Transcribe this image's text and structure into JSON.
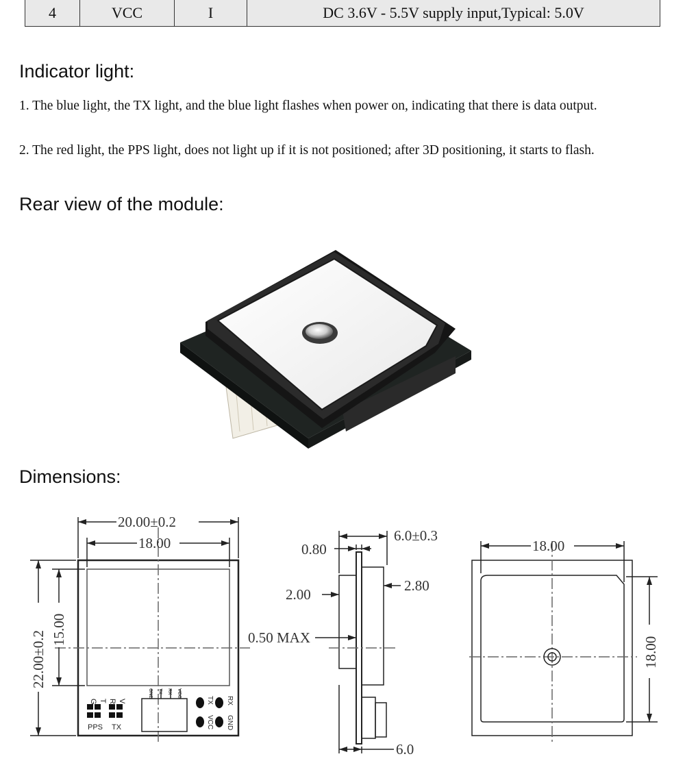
{
  "pin_table": {
    "row": {
      "no": "4",
      "name": "VCC",
      "io": "I",
      "description": "DC 3.6V - 5.5V supply input,Typical: 5.0V"
    }
  },
  "indicator": {
    "heading": "Indicator light:",
    "items": [
      "1. The blue light, the TX light, and the blue light flashes when power on, indicating that there is data output.",
      "2. The red light, the PPS light, does not light up if it is not positioned; after 3D positioning, it starts to flash."
    ]
  },
  "rear_view": {
    "heading": "Rear view of the module:"
  },
  "dimensions": {
    "heading": "Dimensions:",
    "front": {
      "width_total": "20.00±0.2",
      "width_patch": "18.00",
      "height_total": "22.00±0.2",
      "height_patch": "15.00",
      "board_letters": [
        "G",
        "T",
        "R",
        "V"
      ],
      "led_labels": [
        "PPS",
        "TX"
      ],
      "connector_pins": [
        "GND",
        "TX",
        "RX",
        "VCC"
      ],
      "pad_labels": [
        "TX",
        "RX",
        "VCC",
        "GND"
      ]
    },
    "side": {
      "total_thickness": "6.0±0.3",
      "pcb_offset": "0.80",
      "patch_thickness": "2.80",
      "layer": "2.00",
      "max_gap": "0.50 MAX",
      "bottom": "6.0"
    },
    "back": {
      "width": "18.00",
      "height": "18.00"
    }
  }
}
